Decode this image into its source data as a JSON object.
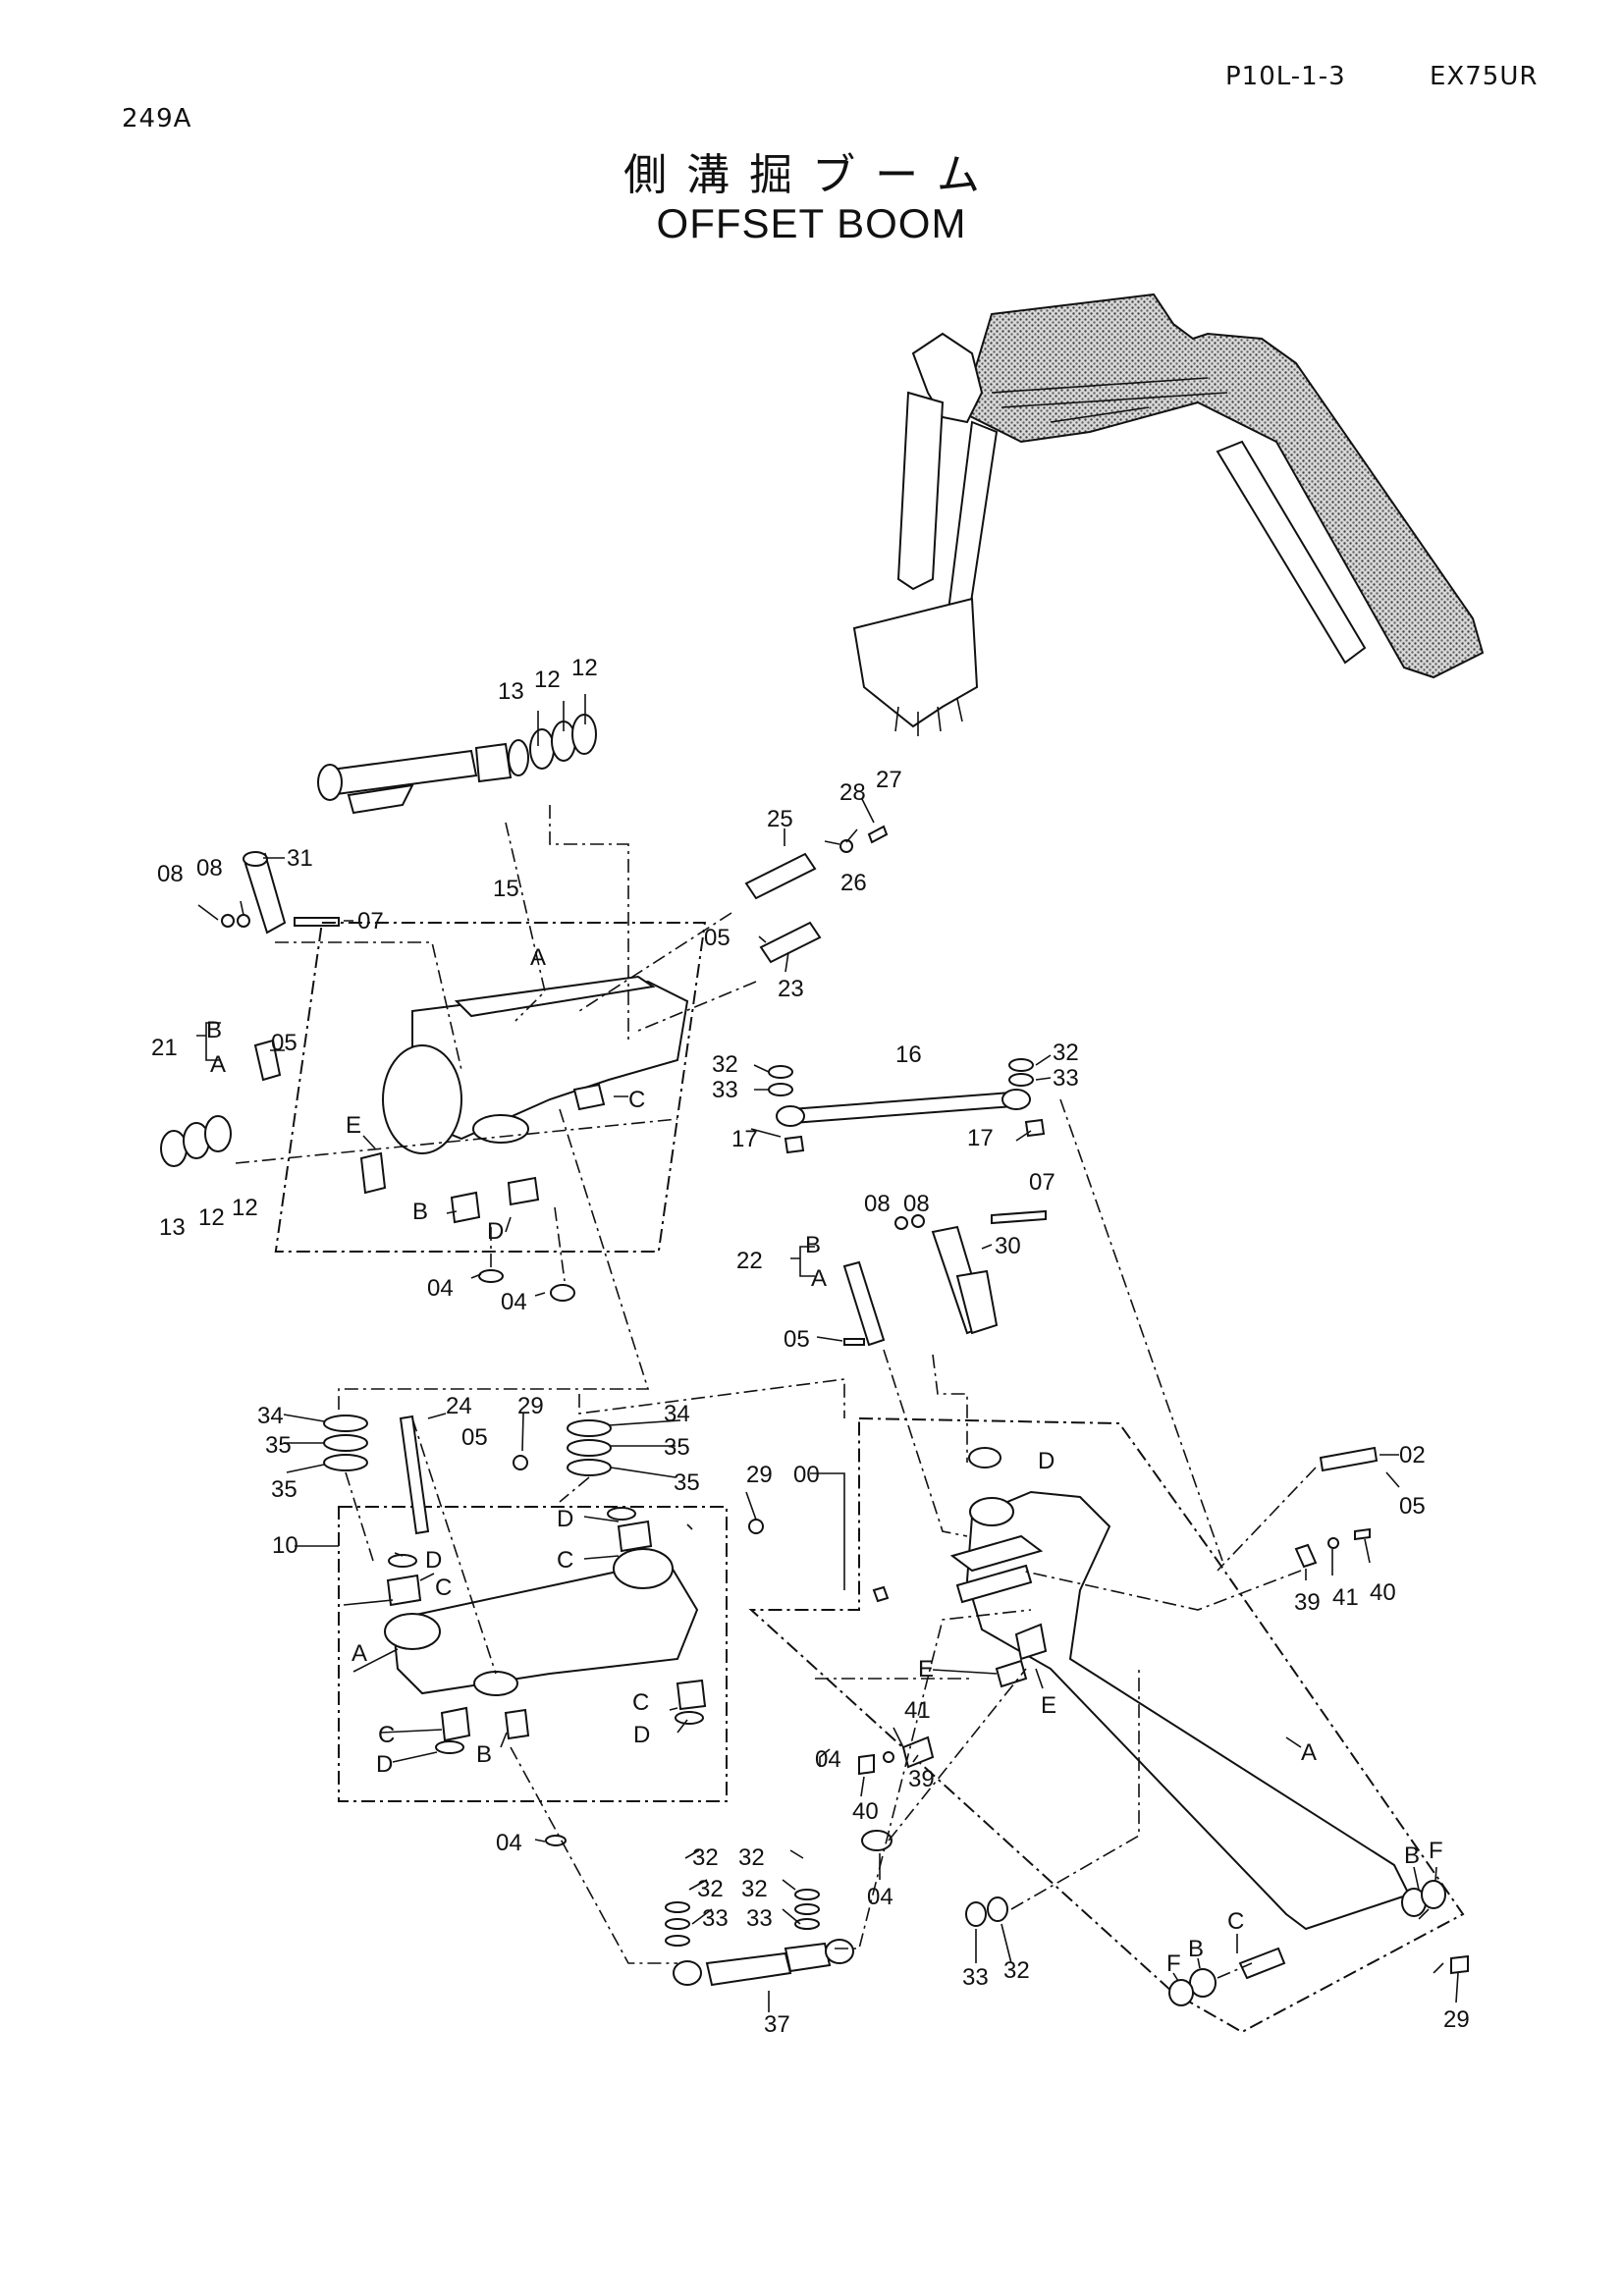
{
  "header": {
    "page_id": "249A",
    "code": "P10L-1-3",
    "model": "EX75UR"
  },
  "title": {
    "jp": "側溝掘ブーム",
    "en": "OFFSET BOOM"
  },
  "callouts": [
    {
      "t": "13"
    },
    {
      "t": "12"
    },
    {
      "t": "12"
    },
    {
      "t": "31"
    },
    {
      "t": "08"
    },
    {
      "t": "08"
    },
    {
      "t": "07"
    },
    {
      "t": "15"
    },
    {
      "t": "A"
    },
    {
      "t": "21"
    },
    {
      "t": "B"
    },
    {
      "t": "A"
    },
    {
      "t": "05"
    },
    {
      "t": "C"
    },
    {
      "t": "13"
    },
    {
      "t": "12"
    },
    {
      "t": "12"
    },
    {
      "t": "E"
    },
    {
      "t": "B"
    },
    {
      "t": "D"
    },
    {
      "t": "04"
    },
    {
      "t": "04"
    },
    {
      "t": "25"
    },
    {
      "t": "28"
    },
    {
      "t": "27"
    },
    {
      "t": "26"
    },
    {
      "t": "05"
    },
    {
      "t": "23"
    },
    {
      "t": "16"
    },
    {
      "t": "32"
    },
    {
      "t": "33"
    },
    {
      "t": "17"
    },
    {
      "t": "32"
    },
    {
      "t": "33"
    },
    {
      "t": "17"
    },
    {
      "t": "08"
    },
    {
      "t": "08"
    },
    {
      "t": "07"
    },
    {
      "t": "30"
    },
    {
      "t": "22"
    },
    {
      "t": "B"
    },
    {
      "t": "A"
    },
    {
      "t": "05"
    },
    {
      "t": "34"
    },
    {
      "t": "35"
    },
    {
      "t": "35"
    },
    {
      "t": "24"
    },
    {
      "t": "05"
    },
    {
      "t": "29"
    },
    {
      "t": "34"
    },
    {
      "t": "35"
    },
    {
      "t": "35"
    },
    {
      "t": "29"
    },
    {
      "t": "D"
    },
    {
      "t": "C"
    },
    {
      "t": "D"
    },
    {
      "t": "C"
    },
    {
      "t": "10"
    },
    {
      "t": "A"
    },
    {
      "t": "C"
    },
    {
      "t": "D"
    },
    {
      "t": "B"
    },
    {
      "t": "C"
    },
    {
      "t": "D"
    },
    {
      "t": "04"
    },
    {
      "t": "00"
    },
    {
      "t": "D"
    },
    {
      "t": "02"
    },
    {
      "t": "05"
    },
    {
      "t": "39"
    },
    {
      "t": "41"
    },
    {
      "t": "40"
    },
    {
      "t": "E"
    },
    {
      "t": "E"
    },
    {
      "t": "04"
    },
    {
      "t": "41"
    },
    {
      "t": "39"
    },
    {
      "t": "40"
    },
    {
      "t": "04"
    },
    {
      "t": "A"
    },
    {
      "t": "32"
    },
    {
      "t": "32"
    },
    {
      "t": "32"
    },
    {
      "t": "32"
    },
    {
      "t": "33"
    },
    {
      "t": "33"
    },
    {
      "t": "37"
    },
    {
      "t": "33"
    },
    {
      "t": "32"
    },
    {
      "t": "B"
    },
    {
      "t": "F"
    },
    {
      "t": "C"
    },
    {
      "t": "F"
    },
    {
      "t": "B"
    },
    {
      "t": "29"
    }
  ]
}
